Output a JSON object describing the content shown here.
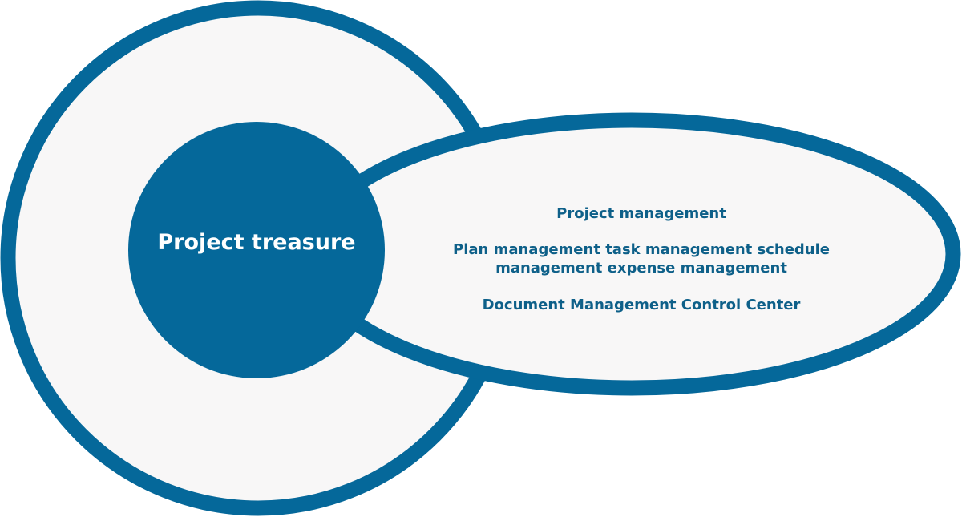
{
  "colors": {
    "accent": "#05689a",
    "text": "#0e6089",
    "fill": "#f8f7f7",
    "background": "#ffffff"
  },
  "diagram": {
    "center_label": "Project treasure",
    "ellipse_lines": [
      "Project management",
      "Plan management task management schedule management expense management",
      "Document Management Control Center"
    ]
  }
}
